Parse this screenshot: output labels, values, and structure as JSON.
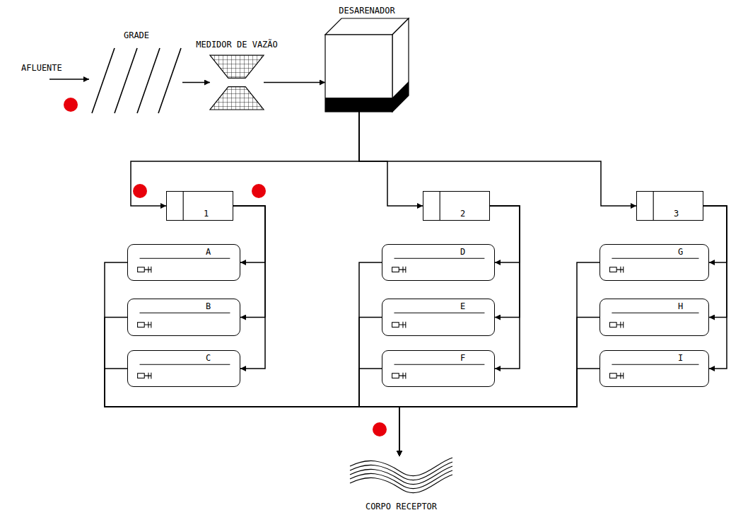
{
  "diagram": {
    "nodes": [
      {
        "text": [
          "GRADE"
        ]
      },
      {
        "text": [
          "MEDIDOR DE VAZÃO"
        ]
      },
      {
        "text": [
          "DESARENADOR"
        ]
      },
      {
        "text": [
          "1"
        ]
      },
      {
        "text": [
          "A"
        ]
      },
      {
        "text": [
          "B"
        ]
      },
      {
        "text": [
          "C"
        ]
      },
      {
        "text": [
          "2"
        ]
      },
      {
        "text": [
          "D"
        ]
      },
      {
        "text": [
          "E"
        ]
      },
      {
        "text": [
          "F"
        ]
      },
      {
        "text": [
          "3"
        ]
      },
      {
        "text": [
          "G"
        ]
      },
      {
        "text": [
          "H"
        ]
      },
      {
        "text": [
          "I"
        ]
      },
      {
        "text": [
          "CORPO RECEPTOR"
        ]
      }
    ],
    "edges": [
      {
        "from": 0,
        "to": 1,
        "arrow": "to"
      },
      {
        "from": 1,
        "to": 2,
        "arrow": "to"
      },
      {
        "from": 2,
        "to": 3,
        "arrow": "to"
      },
      {
        "from": 2,
        "to": 7,
        "arrow": "to"
      },
      {
        "from": 2,
        "to": 11,
        "arrow": "to"
      },
      {
        "from": 3,
        "to": 4,
        "arrow": "to"
      },
      {
        "from": 3,
        "to": 5,
        "arrow": "to"
      },
      {
        "from": 3,
        "to": 6,
        "arrow": "to"
      },
      {
        "from": 7,
        "to": 8,
        "arrow": "to"
      },
      {
        "from": 7,
        "to": 9,
        "arrow": "to"
      },
      {
        "from": 7,
        "to": 10,
        "arrow": "to"
      },
      {
        "from": 11,
        "to": 12,
        "arrow": "to"
      },
      {
        "from": 11,
        "to": 13,
        "arrow": "to"
      },
      {
        "from": 11,
        "to": 14,
        "arrow": "to"
      },
      {
        "from": 4,
        "to": 15,
        "arrow": "to"
      },
      {
        "from": 5,
        "to": 15,
        "arrow": "to"
      },
      {
        "from": 6,
        "to": 15,
        "arrow": "to"
      },
      {
        "from": 8,
        "to": 15,
        "arrow": "to"
      },
      {
        "from": 9,
        "to": 15,
        "arrow": "to"
      },
      {
        "from": 10,
        "to": 15,
        "arrow": "to"
      },
      {
        "from": 12,
        "to": 15,
        "arrow": "to"
      },
      {
        "from": 13,
        "to": 15,
        "arrow": "to"
      },
      {
        "from": 14,
        "to": 15,
        "arrow": "to"
      }
    ],
    "labels": [
      "AFLUENTE"
    ]
  }
}
